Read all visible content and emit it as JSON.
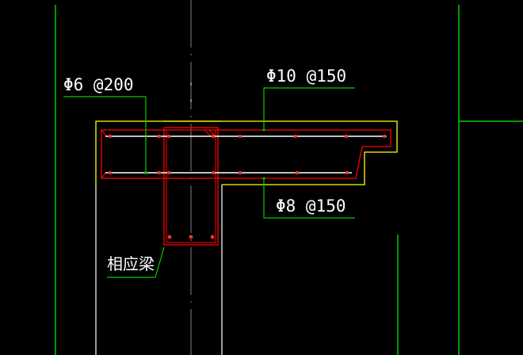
{
  "colors": {
    "background": "#000000",
    "axis_line": "#00cc00",
    "outline": "#ffff00",
    "rebar": "#ff0000",
    "bars": "#ffffff",
    "leader": "#00cc00",
    "text": "#ffffff",
    "centerline": "#808080"
  },
  "labels": {
    "stirrup_top_left": "Φ6 @200",
    "rebar_top": "Φ10 @150",
    "rebar_bottom": "Φ8 @150",
    "beam_note": "相应梁"
  }
}
